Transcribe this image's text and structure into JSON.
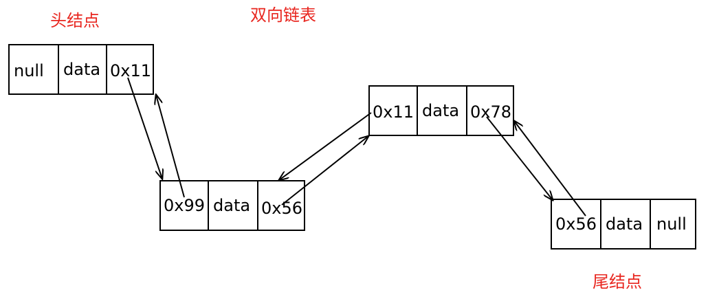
{
  "diagram": {
    "title": "双向链表",
    "head_label": "头结点",
    "tail_label": "尾结点",
    "nodes": [
      {
        "prev": "null",
        "data": "data",
        "next": "0x11"
      },
      {
        "prev": "0x99",
        "data": "data",
        "next": "0x56"
      },
      {
        "prev": "0x11",
        "data": "data",
        "next": "0x78"
      },
      {
        "prev": "0x56",
        "data": "data",
        "next": "null"
      }
    ]
  },
  "colors": {
    "label": "#e8261f",
    "line": "#000000"
  }
}
